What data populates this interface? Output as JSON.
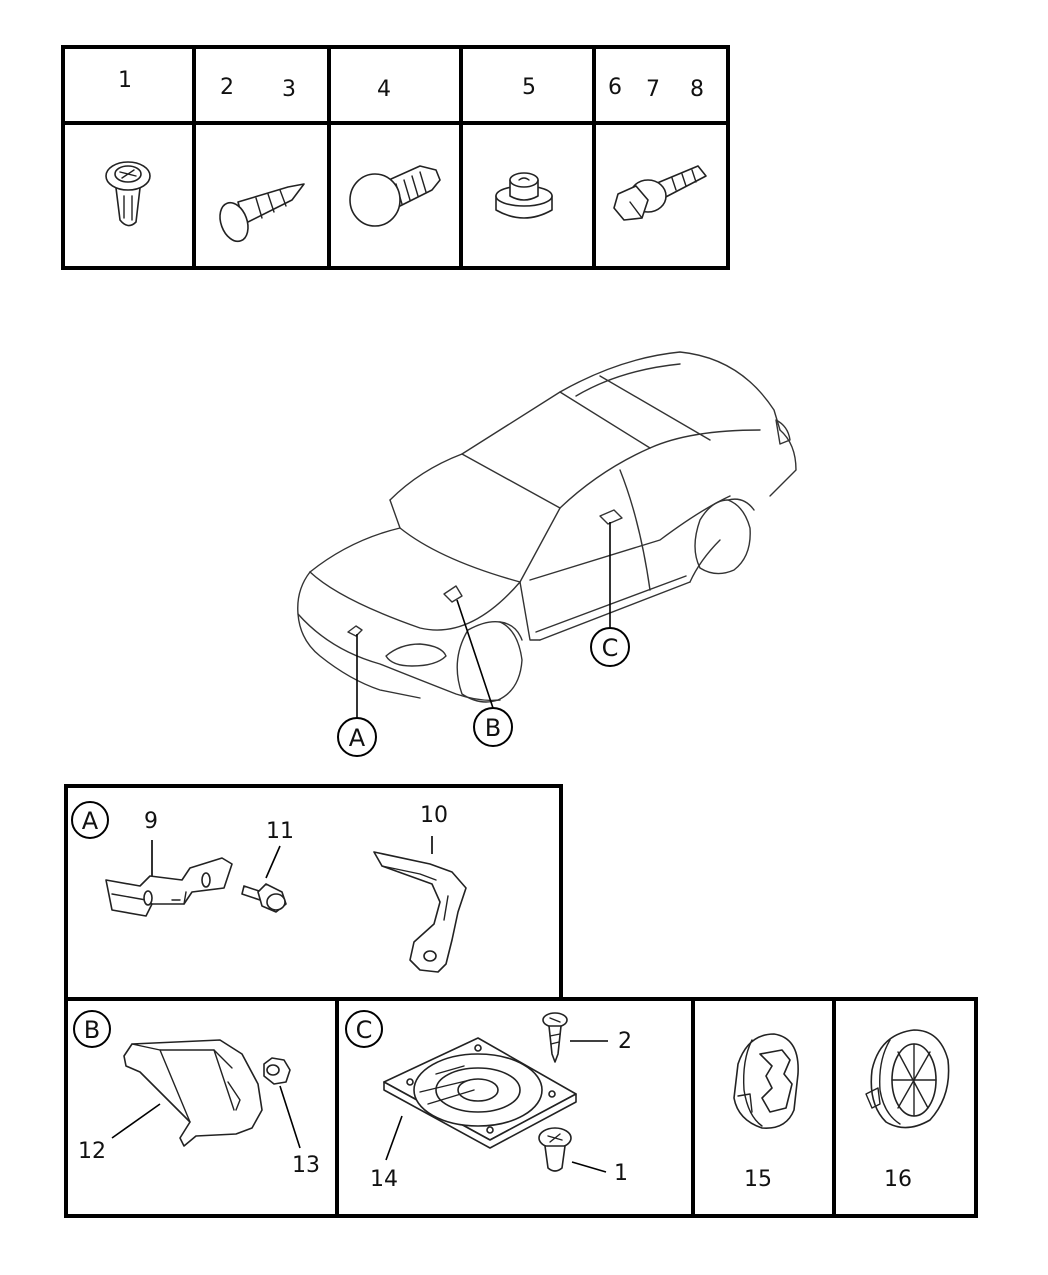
{
  "fastener_table": {
    "header_labels": [
      "1",
      "2",
      "3",
      "4",
      "5",
      "6",
      "7",
      "8"
    ]
  },
  "callouts": {
    "A": "A",
    "B": "B",
    "C": "C"
  },
  "detail_A": {
    "tag": "A",
    "labels": [
      "9",
      "10",
      "11"
    ]
  },
  "detail_B": {
    "tag": "B",
    "labels": [
      "12",
      "13"
    ]
  },
  "detail_C": {
    "tag": "C",
    "labels": [
      "2",
      "14",
      "1"
    ]
  },
  "detail_plugs": {
    "labels": [
      "15",
      "16"
    ]
  }
}
